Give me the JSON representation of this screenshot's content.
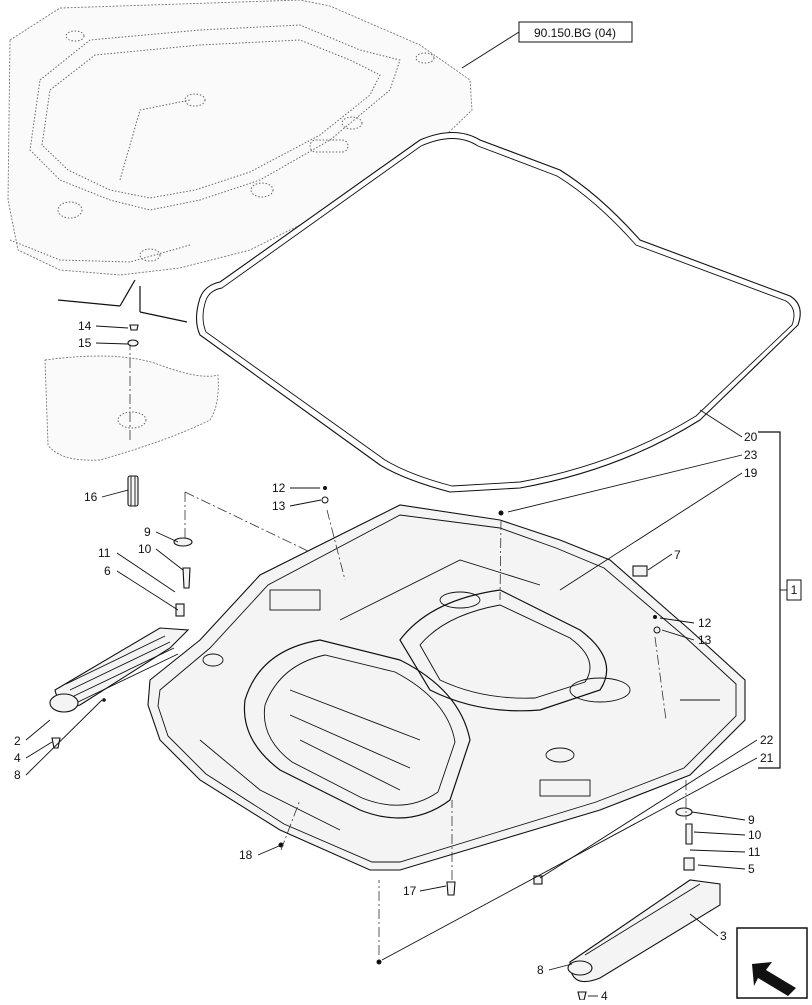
{
  "reference_label": "90.150.BG (04)",
  "group_label": "1",
  "callouts": {
    "c1": "2",
    "c2": "4",
    "c3": "8",
    "c4": "6",
    "c5": "11",
    "c6": "10",
    "c7": "9",
    "c8": "16",
    "c9": "14",
    "c10": "15",
    "c11": "12",
    "c12": "13",
    "c13": "20",
    "c14": "23",
    "c15": "19",
    "c16": "7",
    "c17": "12",
    "c18": "13",
    "c19": "22",
    "c20": "21",
    "c21": "9",
    "c22": "10",
    "c23": "11",
    "c24": "5",
    "c25": "3",
    "c26": "8",
    "c27": "4",
    "c28": "18",
    "c29": "17"
  },
  "icons": {
    "nav": "arrow-left-icon"
  }
}
